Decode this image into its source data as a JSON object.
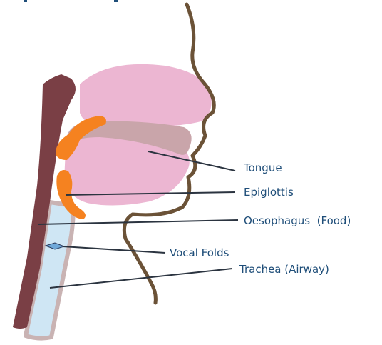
{
  "diagram": {
    "labels": {
      "tongue": "Tongue",
      "epiglottis": "Epiglottis",
      "oesophagus": "Oesophagus  (Food)",
      "vocal_folds": "Vocal Folds",
      "trachea": "Trachea (Airway)"
    },
    "colors": {
      "label_text": "#1f4e79",
      "leader_line": "#2b3440",
      "profile_outline": "#6b5237",
      "oesophagus_wall": "#7a3f45",
      "trachea_fill": "#cfe6f4",
      "trachea_edge": "#c9b3b3",
      "soft_tissue": "#ecb6d2",
      "soft_palate": "#c9a5aa",
      "epiglottis": "#f58220",
      "vocal_folds": "#6fa8d8"
    }
  }
}
